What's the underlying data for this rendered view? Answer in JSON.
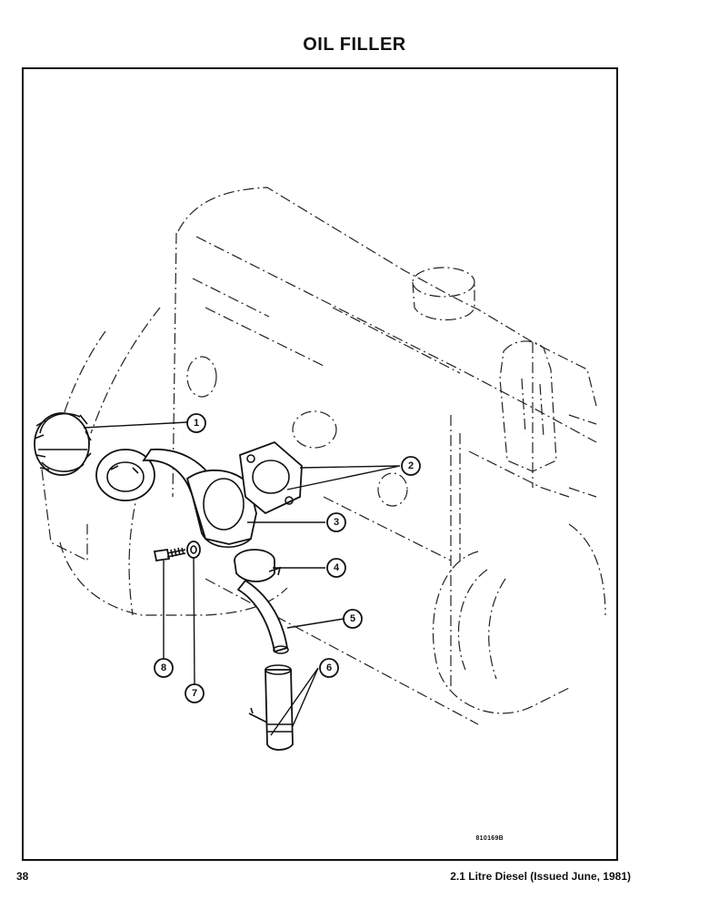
{
  "page": {
    "title": "OIL FILLER",
    "page_number": "38",
    "footer": "2.1 Litre Diesel (Issued June, 1981)"
  },
  "diagram": {
    "drawing_code": "810169B",
    "callouts": [
      {
        "number": "1",
        "part": "filler-cap"
      },
      {
        "number": "2",
        "part": "gasket"
      },
      {
        "number": "3",
        "part": "filler-neck"
      },
      {
        "number": "4",
        "part": "hose-clip"
      },
      {
        "number": "5",
        "part": "hose"
      },
      {
        "number": "6",
        "part": "hose-clip-lower"
      },
      {
        "number": "7",
        "part": "washer"
      },
      {
        "number": "8",
        "part": "bolt"
      }
    ]
  }
}
